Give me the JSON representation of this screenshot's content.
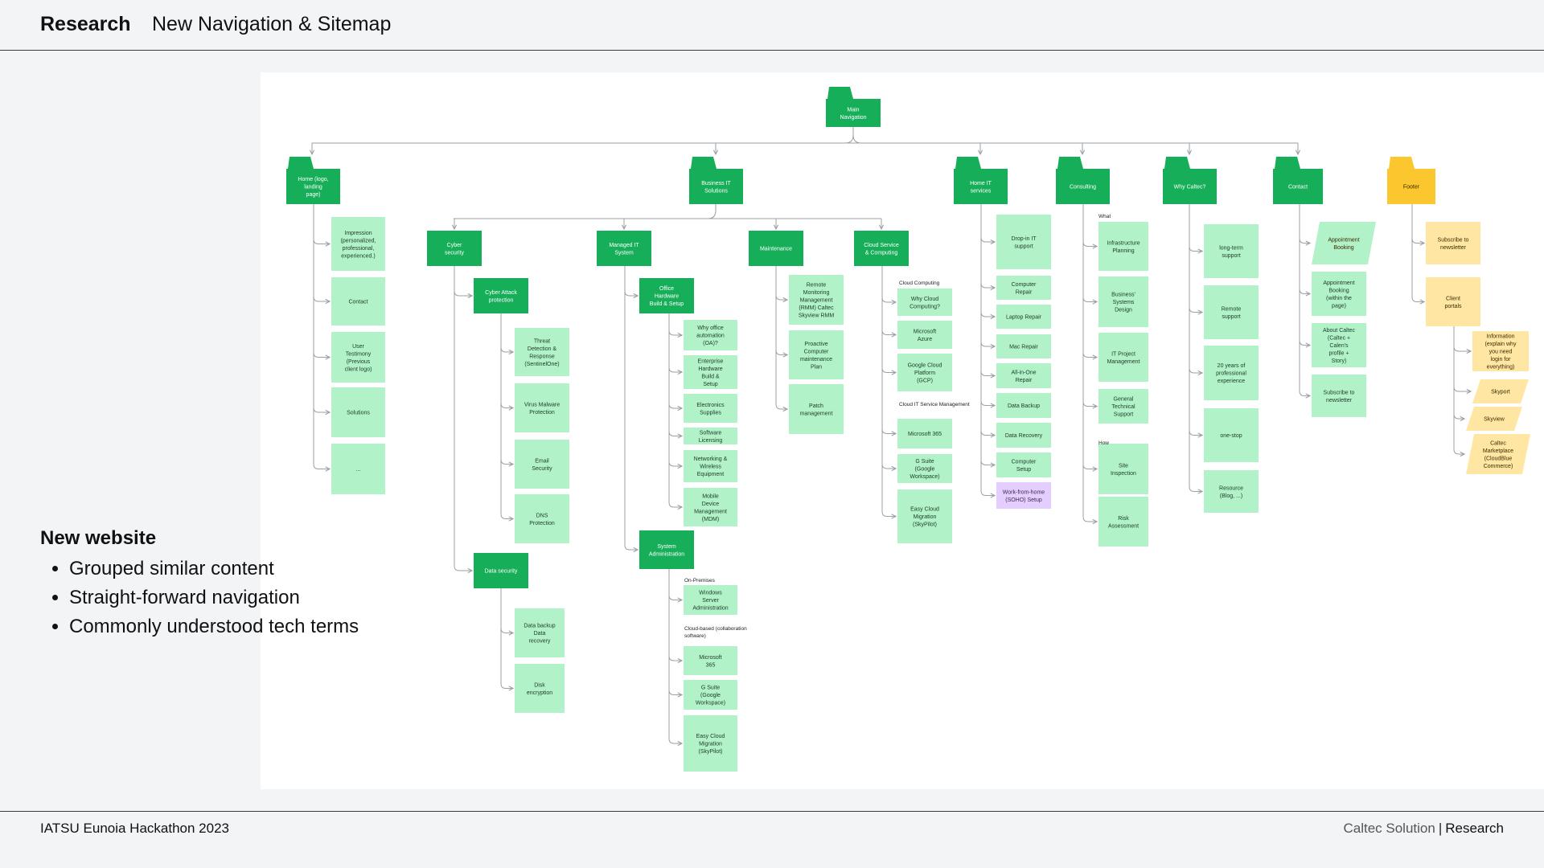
{
  "header": {
    "section": "Research",
    "title": "New Navigation & Sitemap"
  },
  "sidenote": {
    "heading": "New website",
    "bullets": [
      "Grouped similar content",
      "Straight-forward navigation",
      "Commonly understood tech terms"
    ]
  },
  "footer": {
    "left": "IATSU Eunoia Hackathon 2023",
    "brand": "Caltec Solution",
    "separator": "|",
    "section": "Research"
  },
  "colors": {
    "dark": "#16ae59",
    "light": "#b2f2c8",
    "purple": "#e4ceff",
    "yellow_dark": "#fcc62e",
    "yellow_light": "#ffe7a3",
    "connector": "#9aa0a6"
  },
  "diagram": {
    "root": "Main Navigation",
    "categories": [
      {
        "label": "Home (logo, landing page)",
        "items": [
          "Impression (personalized, professional, experienced.)",
          "Contact",
          "User Testimony (Previous client logo)",
          "Solutions",
          "..."
        ]
      },
      {
        "label": "Business IT Solutions",
        "subcategories": [
          {
            "label": "Cyber security",
            "groups": [
              {
                "label": "Cyber Attack protection",
                "items": [
                  "Threat Detection & Response (SentinelOne)",
                  "Virus Malware Protection",
                  "Email Security",
                  "DNS Protection"
                ]
              },
              {
                "label": "Data security",
                "items": [
                  "Data backup Data recovery",
                  "Disk encryption"
                ]
              }
            ]
          },
          {
            "label": "Managed IT System",
            "groups": [
              {
                "label": "Office Hardware Build & Setup",
                "items": [
                  "Why office automation (OA)?",
                  "Enterprise Hardware Build & Setup",
                  "Electronics Supplies",
                  "Software Licensing",
                  "Networking & Wireless Equipment",
                  "Mobile Device Management (MDM)"
                ]
              },
              {
                "label": "System Administration",
                "items": [
                  "Windows Server Administration",
                  "Microsoft 365",
                  "G Suite (Google Workspace)",
                  "Easy Cloud Migration (SkyPilot)"
                ]
              }
            ]
          },
          {
            "label": "Maintenance",
            "items": [
              "Remote Monitoring Management (RMM) Caltec Skyview RMM",
              "Proactive Computer maintenance Plan",
              "Patch management"
            ]
          },
          {
            "label": "Cloud Service & Computing",
            "items": [
              "Why Cloud Computing?",
              "Microsoft Azure",
              "Google Cloud Platform (GCP)",
              "Microsoft 365",
              "G Suite (Google Workspace)",
              "Easy Cloud Migration (SkyPilot)"
            ]
          }
        ]
      },
      {
        "label": "Home IT services",
        "items": [
          "Drop-in IT support",
          "Computer Repair",
          "Laptop Repair",
          "Mac Repair",
          "All-in-One Repair",
          "Data Backup",
          "Data Recovery",
          "Computer Setup",
          "Work-from-home (SOHO) Setup"
        ]
      },
      {
        "label": "Consulting",
        "items": [
          "Infrastructure Planning",
          "Business' Systems Design",
          "IT Project Management",
          "General Technical Support",
          "Site Inspection",
          "Risk Assessment"
        ]
      },
      {
        "label": "Why Caltec?",
        "items": [
          "long-term support",
          "Remote support",
          "20 years of professional experience",
          "one-stop",
          "Resource (Blog, ...)"
        ]
      },
      {
        "label": "Contact",
        "items": [
          "Appointment Booking",
          "Appointment Booking (within the page)",
          "About Caltec (Caltec + Calen's profile + Story)",
          "Subscribe to newsletter"
        ]
      },
      {
        "label": "Footer",
        "items": [
          "Subscribe to newsletter",
          "Client portals",
          "Information (explain why you need login for everything)",
          "Skyport",
          "Skyview",
          "Caltec Marketplace (CloudBlue Commerce)"
        ]
      }
    ],
    "annotations": [
      "Cloud Computing",
      "Cloud IT Service Management",
      "What",
      "How",
      "On-Premises",
      "Cloud-based (collaboration software)"
    ]
  }
}
